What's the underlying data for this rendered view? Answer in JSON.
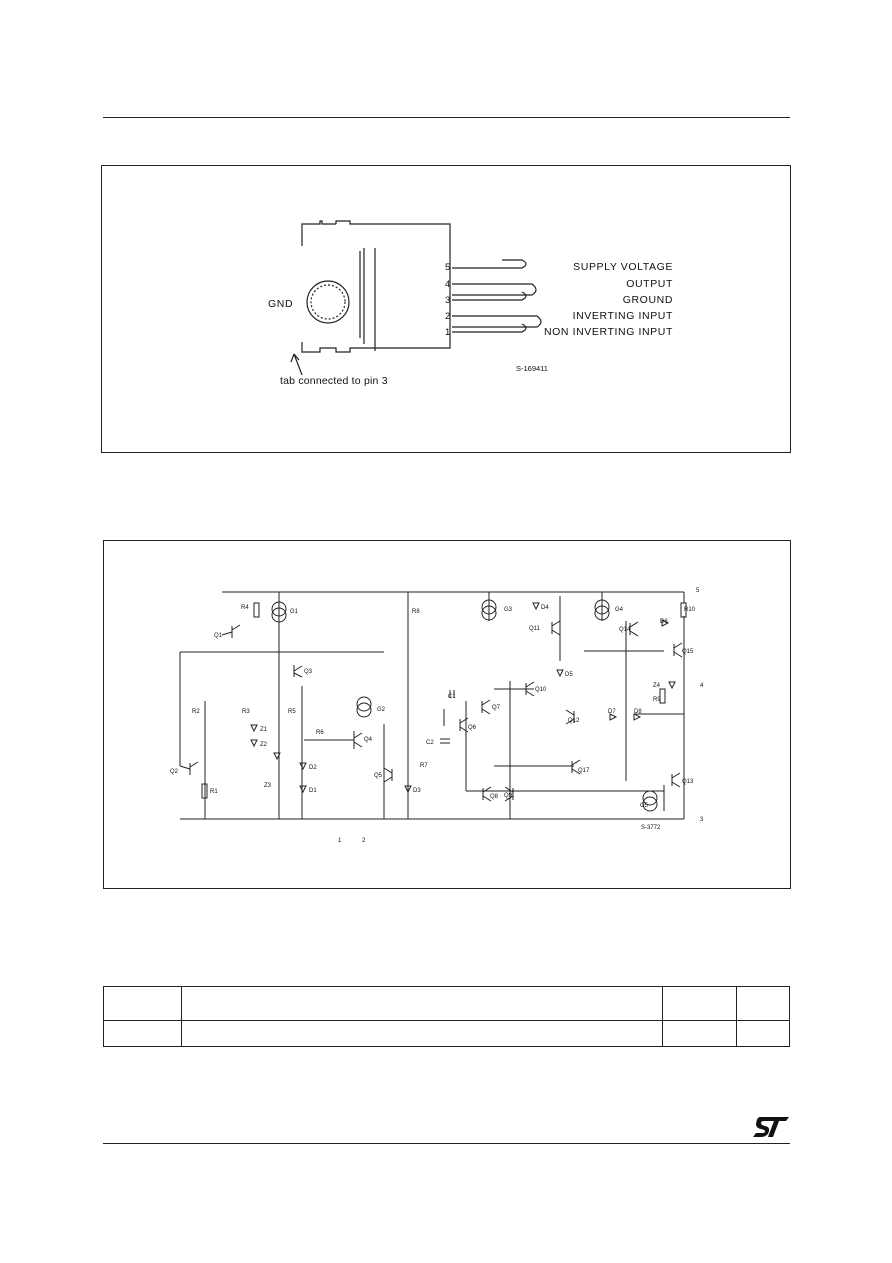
{
  "package_diagram": {
    "gnd_label": "GND",
    "tab_note": "tab connected to pin 3",
    "drawing_code": "S-169411",
    "pins": [
      {
        "number": "5",
        "label": "SUPPLY VOLTAGE"
      },
      {
        "number": "4",
        "label": "OUTPUT"
      },
      {
        "number": "3",
        "label": "GROUND"
      },
      {
        "number": "2",
        "label": "INVERTING INPUT"
      },
      {
        "number": "1",
        "label": "NON INVERTING INPUT"
      }
    ]
  },
  "schematic": {
    "components": [
      "R4",
      "Q1",
      "Q2",
      "R1",
      "R2",
      "R3",
      "Z1",
      "Z2",
      "Z3",
      "Q3",
      "R5",
      "D2",
      "D1",
      "R6",
      "Q4",
      "Q5",
      "G1",
      "G2",
      "R7",
      "R8",
      "D3",
      "G3",
      "D4",
      "Q11",
      "D5",
      "Q10",
      "C1",
      "Q7",
      "C2",
      "Q6",
      "Q8",
      "Q9",
      "Q12",
      "D7",
      "Q17",
      "G4",
      "Q14",
      "D6",
      "R10",
      "Q15",
      "Z4",
      "R9",
      "D8",
      "Q13",
      "G5"
    ],
    "terminals": [
      "5",
      "4",
      "3",
      "1",
      "2"
    ],
    "drawing_code": "S-3772"
  },
  "brand": {
    "logo": "st-logo-icon",
    "color": "#111111"
  }
}
